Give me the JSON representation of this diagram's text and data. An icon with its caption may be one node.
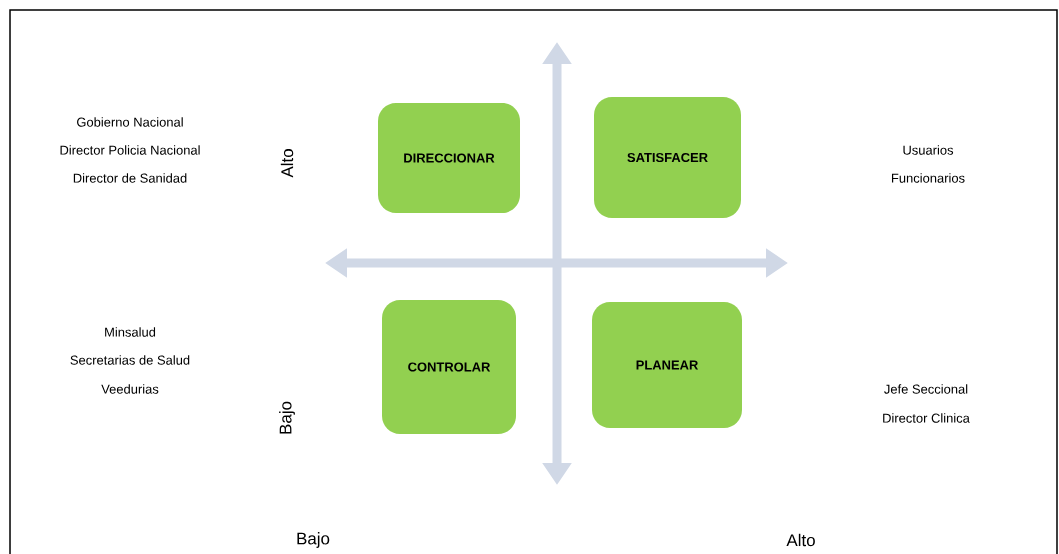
{
  "diagram": {
    "nodes": [
      {
        "text": [
          "DIRECCIONAR"
        ]
      },
      {
        "text": [
          "SATISFACER"
        ]
      },
      {
        "text": [
          "CONTROLAR"
        ]
      },
      {
        "text": [
          "PLANEAR"
        ]
      }
    ],
    "labels": [
      "Gobierno Nacional",
      "Director Policia Nacional",
      "Director de Sanidad",
      "Alto",
      "Usuarios",
      "Funcionarios",
      "Minsalud",
      "Secretarias de Salud",
      "Veedurias",
      "Bajo",
      "Jefe Seccional",
      "Director Clinica",
      "Bajo",
      "Alto"
    ]
  }
}
